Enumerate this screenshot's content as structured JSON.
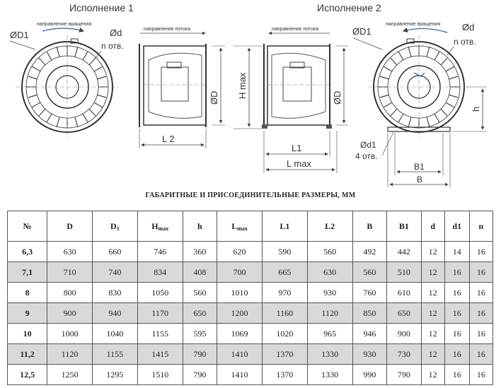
{
  "drawing": {
    "variant1_title": "Исполнение 1",
    "variant2_title": "Исполнение 2",
    "rotation_label_1": "направление вращения",
    "rotation_label_2": "направление вращения",
    "flow_label_1": "направление потока",
    "flow_label_2": "направление потока",
    "dims": {
      "d1_big_1": "ØD1",
      "d_small_1": "Ød",
      "holes_1": "n отв.",
      "D_1": "ØD",
      "L2": "L 2",
      "H_max": "H max",
      "D_2": "ØD",
      "L1": "L1",
      "L_max": "L max",
      "d1_big_2": "ØD1",
      "d_small_2": "Ød",
      "holes_2": "n отв.",
      "h": "h",
      "d1_small": "Ød1",
      "holes_4": "4 отв.",
      "B1": "B1",
      "B": "B"
    }
  },
  "caption": "ГАБАРИТНЫЕ И ПРИСОЕДИНИТЕЛЬНЫЕ РАЗМЕРЫ, ММ",
  "table": {
    "headers": [
      {
        "main": "№",
        "sub": ""
      },
      {
        "main": "D",
        "sub": ""
      },
      {
        "main": "D",
        "sub": "1"
      },
      {
        "main": "H",
        "sub": "max"
      },
      {
        "main": "h",
        "sub": ""
      },
      {
        "main": "L",
        "sub": "max"
      },
      {
        "main": "L1",
        "sub": ""
      },
      {
        "main": "L2",
        "sub": ""
      },
      {
        "main": "B",
        "sub": ""
      },
      {
        "main": "B1",
        "sub": ""
      },
      {
        "main": "d",
        "sub": ""
      },
      {
        "main": "d1",
        "sub": ""
      },
      {
        "main": "n",
        "sub": ""
      }
    ],
    "rows": [
      [
        "6,3",
        "630",
        "660",
        "746",
        "360",
        "620",
        "590",
        "560",
        "492",
        "442",
        "12",
        "14",
        "16"
      ],
      [
        "7,1",
        "710",
        "740",
        "834",
        "408",
        "700",
        "665",
        "630",
        "560",
        "510",
        "12",
        "16",
        "16"
      ],
      [
        "8",
        "800",
        "830",
        "1050",
        "560",
        "1010",
        "970",
        "930",
        "760",
        "610",
        "12",
        "16",
        "16"
      ],
      [
        "9",
        "900",
        "940",
        "1170",
        "650",
        "1200",
        "1160",
        "1120",
        "850",
        "650",
        "12",
        "16",
        "16"
      ],
      [
        "10",
        "1000",
        "1040",
        "1155",
        "595",
        "1069",
        "1020",
        "965",
        "946",
        "900",
        "12",
        "16",
        "16"
      ],
      [
        "11,2",
        "1120",
        "1155",
        "1415",
        "790",
        "1410",
        "1370",
        "1330",
        "930",
        "730",
        "12",
        "16",
        "16"
      ],
      [
        "12,5",
        "1250",
        "1295",
        "1510",
        "790",
        "1410",
        "1370",
        "1330",
        "990",
        "790",
        "12",
        "16",
        "16"
      ]
    ],
    "shaded_rows": [
      1,
      3,
      5
    ]
  }
}
